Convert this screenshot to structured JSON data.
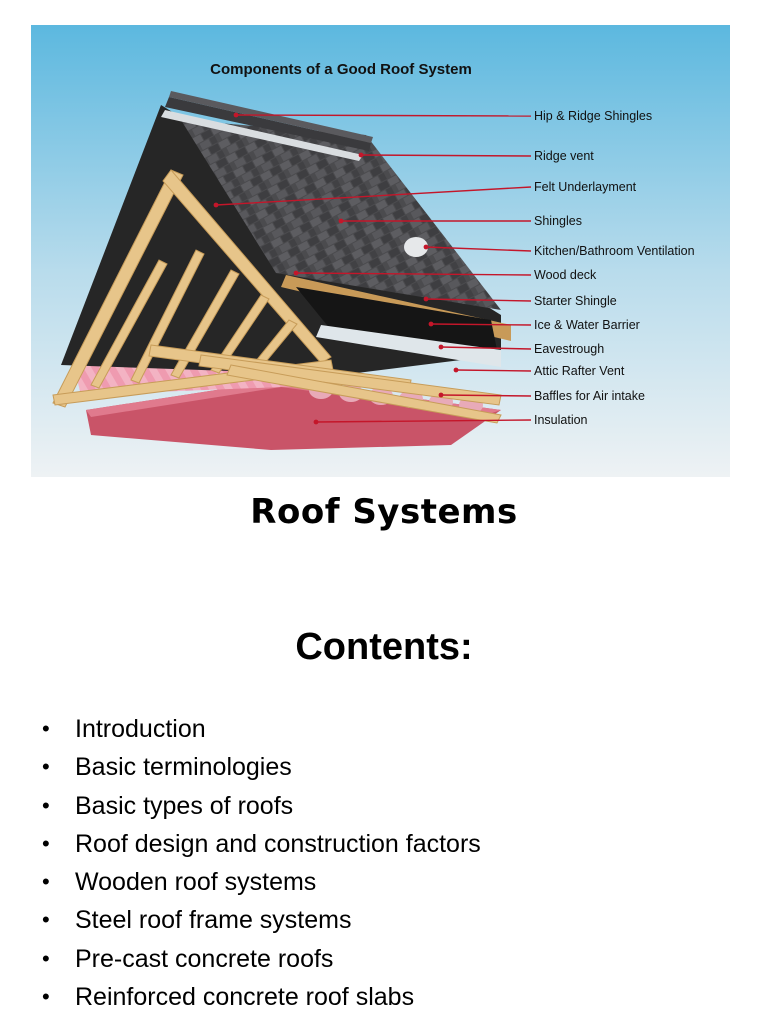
{
  "figure": {
    "heading": "Components of a Good Roof System",
    "labels": [
      "Hip & Ridge Shingles",
      "Ridge vent",
      "Felt Underlayment",
      "Shingles",
      "Kitchen/Bathroom Ventilation",
      "Wood deck",
      "Starter Shingle",
      "Ice & Water Barrier",
      "Eavestrough",
      "Attic Rafter Vent",
      "Baffles for Air intake",
      "Insulation"
    ],
    "colors": {
      "sky_top": "#5cb8df",
      "sky_bottom": "#e6eef2",
      "shingle": "#4a4a4c",
      "felt": "#1f1f1f",
      "wood": "#e3bf83",
      "insulation": "#d9637a",
      "leader_line": "#c4162a"
    }
  },
  "title": "Roof Systems",
  "contents": {
    "heading": "Contents:",
    "bullet": "•",
    "items": [
      "Introduction",
      "Basic terminologies",
      "Basic types of roofs",
      "Roof design and construction factors",
      "Wooden roof systems",
      "Steel roof frame systems",
      "Pre-cast concrete roofs",
      "Reinforced concrete roof slabs"
    ]
  }
}
